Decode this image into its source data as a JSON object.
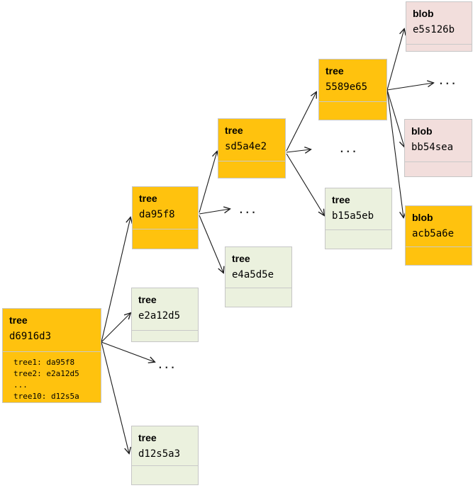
{
  "colors": {
    "highlight_orange": "#FFC20E",
    "tree_green": "#EBF1DE",
    "blob_pink": "#F2DEDC",
    "border_gray": "#C6C6C6",
    "divider_gray": "#C9C9C9",
    "arrow_black": "#1A1A1A"
  },
  "diagram": {
    "ellipsis": "...",
    "nodes": [
      {
        "id": "d6916d3",
        "type": "tree",
        "hash": "d6916d3",
        "entries": [
          "tree1: da95f8",
          "tree2: e2a12d5",
          "...",
          "tree10: d12s5a"
        ]
      },
      {
        "id": "da95f8",
        "type": "tree",
        "hash": "da95f8"
      },
      {
        "id": "e2a12d5",
        "type": "tree",
        "hash": "e2a12d5"
      },
      {
        "id": "d12s5a3",
        "type": "tree",
        "hash": "d12s5a3"
      },
      {
        "id": "sd5a4e2",
        "type": "tree",
        "hash": "sd5a4e2"
      },
      {
        "id": "e4a5d5e",
        "type": "tree",
        "hash": "e4a5d5e"
      },
      {
        "id": "5589e65",
        "type": "tree",
        "hash": "5589e65"
      },
      {
        "id": "b15a5eb",
        "type": "tree",
        "hash": "b15a5eb"
      },
      {
        "id": "e5s126b",
        "type": "blob",
        "hash": "e5s126b"
      },
      {
        "id": "bb54sea",
        "type": "blob",
        "hash": "bb54sea"
      },
      {
        "id": "acb5a6e",
        "type": "blob",
        "hash": "acb5a6e"
      }
    ],
    "edges": [
      {
        "from": "d6916d3",
        "to": "da95f8"
      },
      {
        "from": "d6916d3",
        "to": "e2a12d5"
      },
      {
        "from": "d6916d3",
        "to": "more-trees"
      },
      {
        "from": "d6916d3",
        "to": "d12s5a3"
      },
      {
        "from": "da95f8",
        "to": "sd5a4e2"
      },
      {
        "from": "da95f8",
        "to": "more-trees"
      },
      {
        "from": "da95f8",
        "to": "e4a5d5e"
      },
      {
        "from": "sd5a4e2",
        "to": "5589e65"
      },
      {
        "from": "sd5a4e2",
        "to": "more-trees"
      },
      {
        "from": "sd5a4e2",
        "to": "b15a5eb"
      },
      {
        "from": "5589e65",
        "to": "e5s126b"
      },
      {
        "from": "5589e65",
        "to": "more-blobs"
      },
      {
        "from": "5589e65",
        "to": "bb54sea"
      },
      {
        "from": "5589e65",
        "to": "acb5a6e"
      }
    ]
  }
}
